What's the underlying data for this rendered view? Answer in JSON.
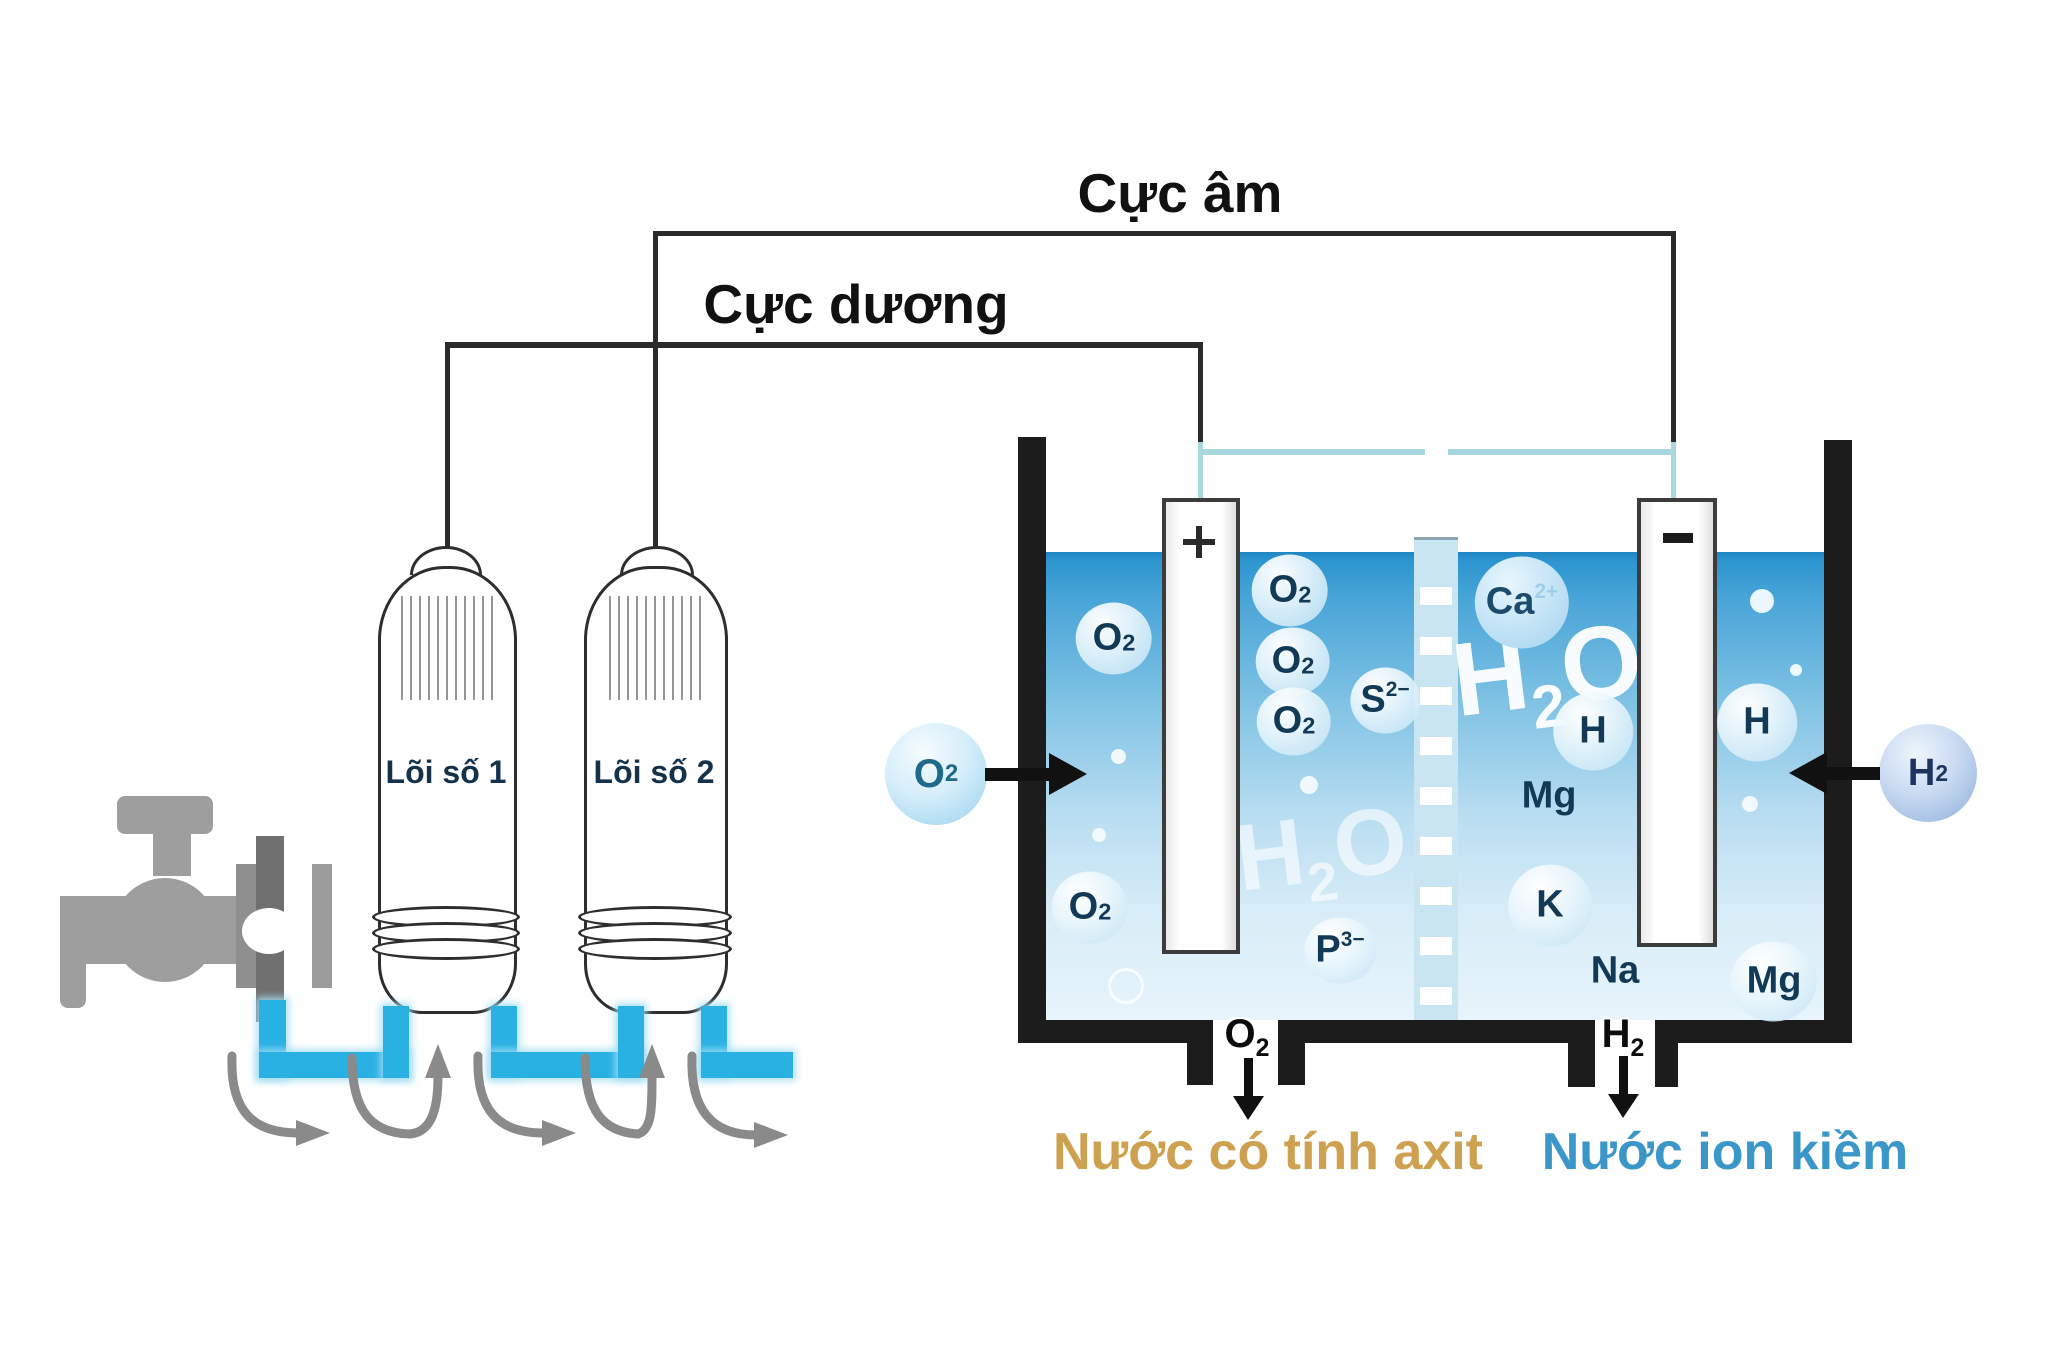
{
  "labels": {
    "negative_terminal": "Cực âm",
    "positive_terminal": "Cực dương",
    "acidic_water": "Nước có tính axit",
    "alkaline_water": "Nước ion kiềm"
  },
  "filters": [
    {
      "label": "Lõi số 1"
    },
    {
      "label": "Lõi số 2"
    }
  ],
  "electrodes": {
    "positive_sign": "+",
    "negative_sign": "−"
  },
  "inflow": {
    "left": {
      "base": "O",
      "sub": "2"
    },
    "right": {
      "base": "H",
      "sub": "2"
    }
  },
  "outlets": {
    "left": {
      "base": "O",
      "sub": "2"
    },
    "right": {
      "base": "H",
      "sub": "2"
    }
  },
  "watermarks": {
    "left": {
      "h": "H",
      "sub": "2",
      "o": "O"
    },
    "right": {
      "h": "H",
      "sub": "2",
      "o": "O"
    }
  },
  "ions": [
    {
      "base": "O",
      "sub": "2"
    },
    {
      "base": "O",
      "sub": "2"
    },
    {
      "base": "O",
      "sub": "2"
    },
    {
      "base": "O",
      "sub": "2"
    },
    {
      "base": "S",
      "sup": "2−"
    },
    {
      "base": "O",
      "sub": "2"
    },
    {
      "base": "P",
      "sup": "3−"
    },
    {
      "base": "Ca",
      "sup": "2+"
    },
    {
      "base": "H"
    },
    {
      "base": "Mg"
    },
    {
      "base": "K"
    },
    {
      "base": "Na"
    },
    {
      "base": "H"
    },
    {
      "base": "Mg"
    }
  ],
  "colors": {
    "pipe_cyan": "#29b1e3",
    "acid_label": "#cda14f",
    "alkaline_label": "#3a97c8",
    "water_top": "#2d95cf",
    "wire_blue": "#a9d7de",
    "wall_black": "#1c1c1c"
  }
}
